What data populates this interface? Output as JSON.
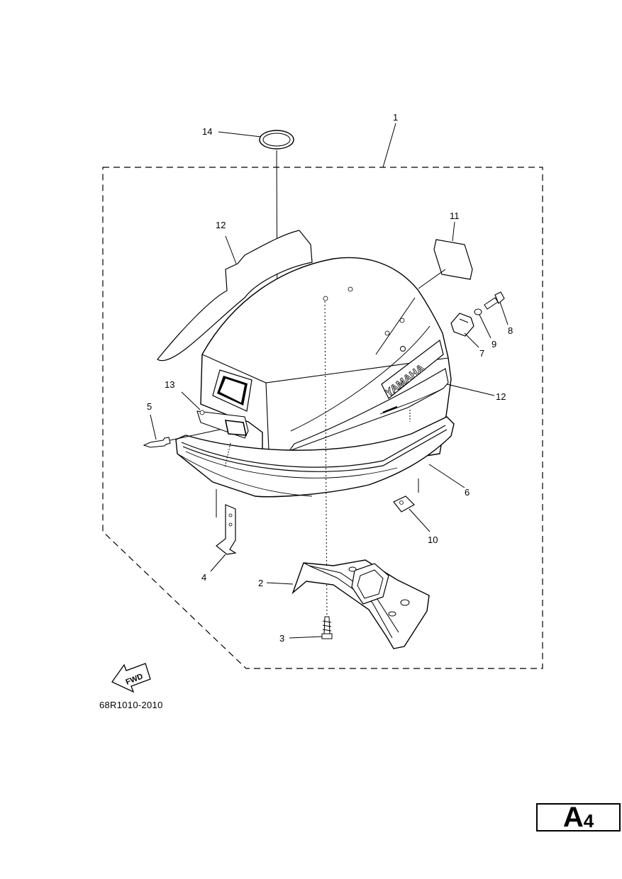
{
  "diagram": {
    "part_code": "68R1010-2010",
    "page_badge": {
      "letter": "A",
      "number": "4"
    },
    "fwd_label": "FWD",
    "brand_text": "YAMAHA",
    "callouts": {
      "c1": "1",
      "c2": "2",
      "c3": "3",
      "c4": "4",
      "c5": "5",
      "c6": "6",
      "c7": "7",
      "c8": "8",
      "c9": "9",
      "c10": "10",
      "c11": "11",
      "c12a": "12",
      "c12b": "12",
      "c13": "13",
      "c14": "14"
    }
  }
}
